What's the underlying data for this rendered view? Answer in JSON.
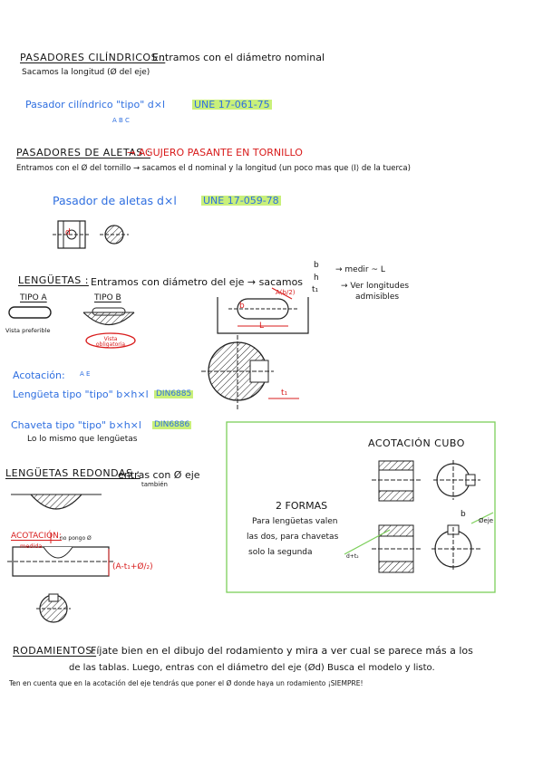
{
  "pasadores_cil": {
    "title": "PASADORES CILÍNDRICOS :",
    "desc": "Entramos con el diámetro nominal",
    "line2": "Sacamos la longitud (Ø del eje)",
    "designation": "Pasador cilíndrico \"tipo\" d×l",
    "norm": "UNE 17-061-75",
    "types": "A  B  C"
  },
  "pasadores_aletas": {
    "title": "PASADORES DE ALETAS :",
    "note": "→ AGUJERO PASANTE EN TORNILLO",
    "line2": "Entramos con el Ø del tornillo → sacamos el d nominal y la longitud (un poco mas que ⟨I⟩ de la tuerca)",
    "designation": "Pasador de aletas  d×l",
    "norm": "UNE 17-059-78",
    "dim_d": "d"
  },
  "lenguetas": {
    "title": "LENGÜETAS :",
    "desc": "Entramos con diámetro del eje → sacamos",
    "out_b": "b",
    "out_h": "h",
    "out_t1": "t₁",
    "result1": "→ medir ~ L",
    "result2": "→ Ver longitudes",
    "result3": "admisibles",
    "tipo_a": "TIPO A",
    "tipo_b": "TIPO B",
    "vista": "Vista preferible",
    "obligatoria": "Vista obligatoria",
    "dim_L": "L",
    "dim_b": "b",
    "dim_r": "A(b/2)",
    "dim_t1": "t₁"
  },
  "acotacion": {
    "title": "Acotación:",
    "designation": "Lengüeta tipo \"tipo\" b×h×l",
    "norm": "DIN6885",
    "types": "A  E"
  },
  "chaveta": {
    "designation": "Chaveta tipo \"tipo\" b×h×l",
    "norm": "DIN6886",
    "note": "Lo lo mismo que lengüetas"
  },
  "cubo_box": {
    "title": "ACOTACIÓN CUBO",
    "formas": "2 FORMAS",
    "text1": "Para lengüetas valen",
    "text2": "las dos, para chavetas",
    "text3": "solo la segunda",
    "dim_b": "b",
    "dim_eje": "Øeje",
    "dim_d": "d+t₂"
  },
  "lenguetas_redondas": {
    "title": "LENGÜETAS REDONDAS :",
    "desc": "entras con Ø eje",
    "desc2": "también",
    "acot": "ACOTACIÓN:",
    "medida": "medida",
    "poco_pongo": "no pongo Ø",
    "formula": "(A-t₁+Ø/₂)"
  },
  "rodamientos": {
    "title": "RODAMIENTOS:",
    "line1": "Fíjate bien en el dibujo del rodamiento y mira a ver cual se parece más a los",
    "line2": "de las tablas. Luego, entras con el diámetro del eje (Ød) Busca el modelo y listo.",
    "line3": "Ten en cuenta que en la acotación del eje tendrás que poner el Ø donde haya un rodamiento ¡SIEMPRE!"
  },
  "colors": {
    "ink": "#151515",
    "blue": "#2f6fe0",
    "red": "#d81b1b",
    "highlight": "#c9f07a",
    "box_green": "#7ccf5a"
  }
}
